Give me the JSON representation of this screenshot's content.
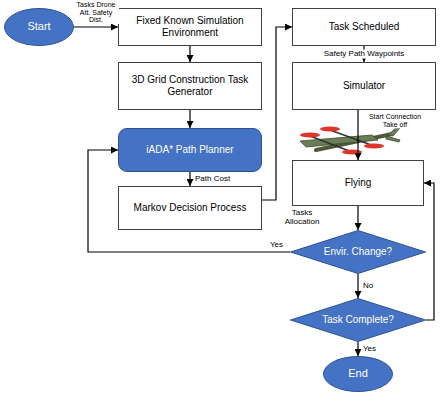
{
  "diagram": {
    "nodes": [
      {
        "text": [
          "Start"
        ]
      },
      {
        "text": [
          "Fixed Known Simulation Environment"
        ]
      },
      {
        "text": [
          "3D Grid Construction Task Generator"
        ]
      },
      {
        "text": [
          "iADA* Path Planner"
        ]
      },
      {
        "text": [
          "Markov Decision Process"
        ]
      },
      {
        "text": [
          "Task Scheduled"
        ]
      },
      {
        "text": [
          "Simulator"
        ]
      },
      {
        "text": [
          "Flying"
        ]
      },
      {
        "text": [
          "Envir. Change?"
        ]
      },
      {
        "text": [
          "Task Complete?"
        ]
      },
      {
        "text": [
          "End"
        ]
      }
    ],
    "edges": [
      {
        "from": 0,
        "to": 1,
        "arrow": "to",
        "label": "Tasks Drone Att. Safety Dist."
      },
      {
        "from": 1,
        "to": 2,
        "arrow": "to"
      },
      {
        "from": 2,
        "to": 3,
        "arrow": "to"
      },
      {
        "from": 3,
        "to": 4,
        "arrow": "to",
        "label": "Path Cost"
      },
      {
        "from": 4,
        "to": 5,
        "arrow": "to",
        "label": "Tasks Allocation"
      },
      {
        "from": 5,
        "to": 6,
        "arrow": "to",
        "label": "Safety Path Waypoints"
      },
      {
        "from": 6,
        "to": 7,
        "arrow": "to",
        "label": "Start Connection Take off"
      },
      {
        "from": 7,
        "to": 8,
        "arrow": "to"
      },
      {
        "from": 8,
        "to": 3,
        "arrow": "to",
        "label": "Yes"
      },
      {
        "from": 8,
        "to": 9,
        "arrow": "to",
        "label": "No"
      },
      {
        "from": 9,
        "to": 7,
        "arrow": "to"
      },
      {
        "from": 9,
        "to": 10,
        "arrow": "to",
        "label": "Yes"
      }
    ]
  }
}
